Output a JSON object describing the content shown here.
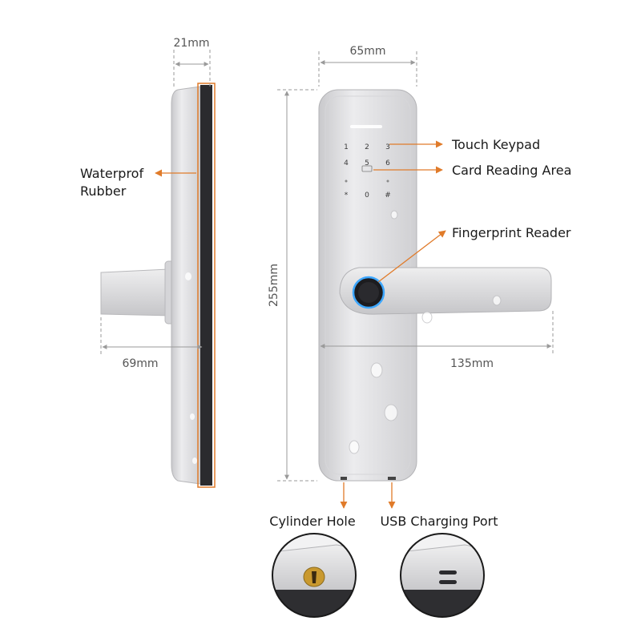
{
  "dimensions": {
    "depth": "21mm",
    "width": "65mm",
    "height": "255mm",
    "spindle": "69mm",
    "handle": "135mm"
  },
  "labels": {
    "waterproof_line1": "Waterprof",
    "waterproof_line2": "Rubber",
    "touch_keypad": "Touch Keypad",
    "card_reading": "Card Reading Area",
    "fingerprint": "Fingerprint Reader",
    "cylinder_hole": "Cylinder Hole",
    "usb_port": "USB Charging Port"
  },
  "keypad": [
    "1",
    "2",
    "3",
    "4",
    "5",
    "6",
    "*",
    "0",
    "#"
  ],
  "colors": {
    "accent": "#e07b2a",
    "dimension_line": "#9a9a9a",
    "body_silver": "#d9d9db",
    "fingerprint_ring": "#3da7ff"
  }
}
